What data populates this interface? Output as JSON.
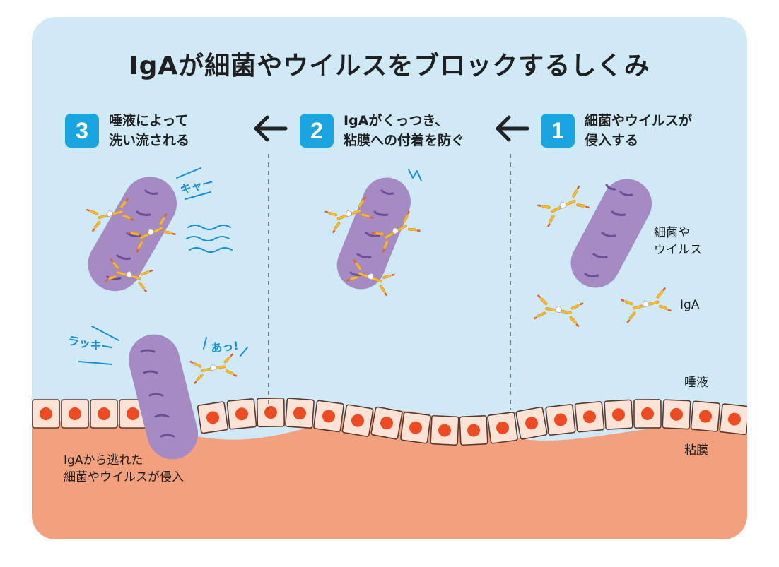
{
  "title": "IgAが細菌やウイルスをブロックするしくみ",
  "steps": [
    {
      "number": "1",
      "line1": "細菌やウイルスが",
      "line2": "侵入する"
    },
    {
      "number": "2",
      "line1": "IgAがくっつき、",
      "line2": "粘膜への付着を防ぐ"
    },
    {
      "number": "3",
      "line1": "唾液によって",
      "line2": "洗い流される"
    }
  ],
  "labels": {
    "pathogen_line1": "細菌や",
    "pathogen_line2": "ウイルス",
    "iga": "IgA",
    "saliva": "唾液",
    "mucosa": "粘膜",
    "escaped_line1": "IgAから逃れた",
    "escaped_line2": "細菌やウイルスが侵入"
  },
  "exclamations": {
    "kya": "キャー",
    "lucky": "ラッキー",
    "ah": "あっ!"
  },
  "colors": {
    "background_sky": "#cfe9f7",
    "mucosa": "#f2a07e",
    "cell_fill": "#fde3d6",
    "cell_nucleus": "#ec4b24",
    "bacteria": "#a58ac4",
    "antibody": "#f1b52e",
    "step_badge": "#1aa5e0",
    "accent_text": "#1a8fd6"
  }
}
